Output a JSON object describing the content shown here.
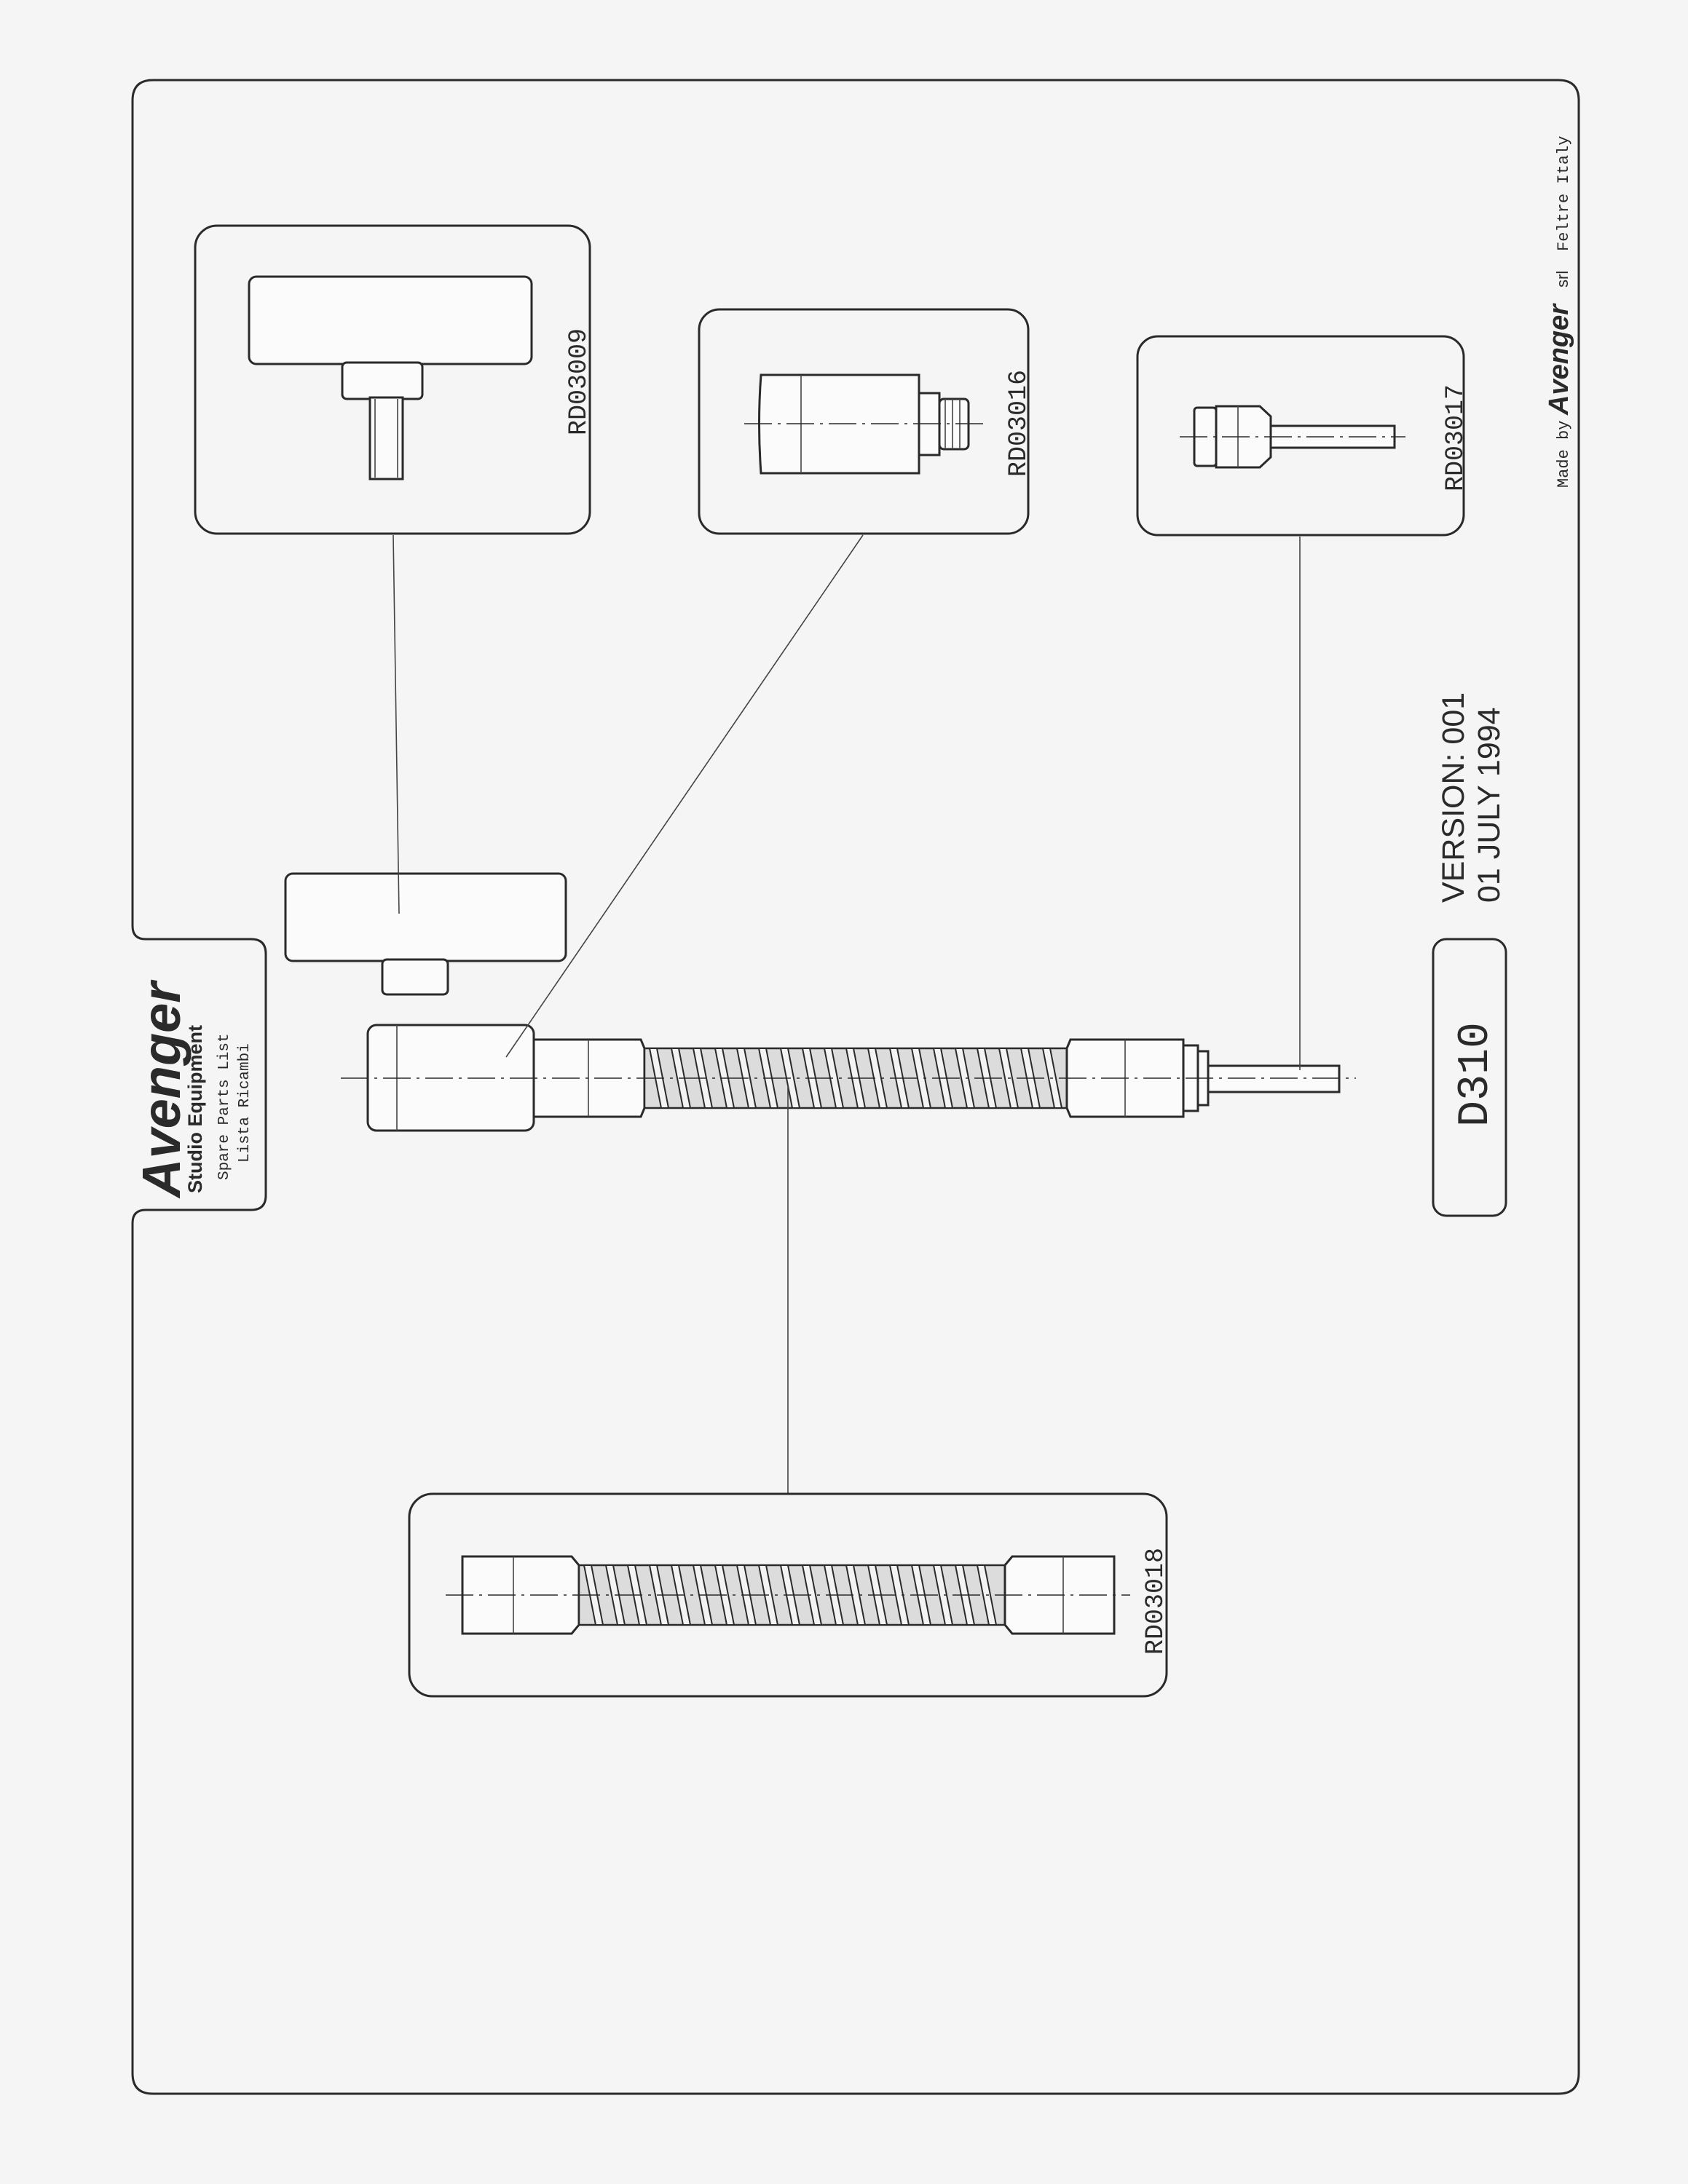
{
  "header": {
    "brand": "Avenger",
    "line1": "Studio Equipment",
    "line2": "Spare Parts List",
    "line3": "Lista Ricambi"
  },
  "parts": [
    {
      "code": "RD03009"
    },
    {
      "code": "RD03016"
    },
    {
      "code": "RD03017"
    },
    {
      "code": "RD03018"
    }
  ],
  "model": "D310",
  "version_line": "VERSION: 001",
  "date_line": "01 JULY 1994",
  "footer": {
    "made_by": "Made by",
    "brand": "Avenger",
    "suffix": "srl",
    "place": "Feltre Italy"
  }
}
